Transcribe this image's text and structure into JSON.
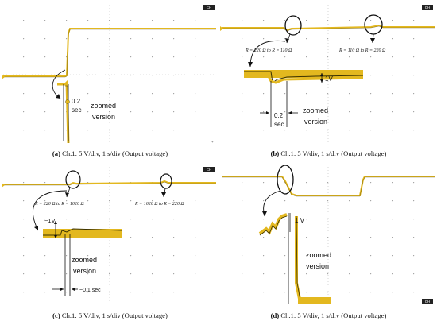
{
  "figure": {
    "panels": [
      {
        "id": "a",
        "caption_label": "(a)",
        "caption_text": "Ch.1: 5 V/div, 1 s/div (Output voltage)",
        "annotations": [
          "0.2",
          "sec",
          "zoomed",
          "version"
        ],
        "chip": "CH"
      },
      {
        "id": "b",
        "caption_label": "(b)",
        "caption_text": "Ch.1: 5 V/div, 1 s/div (Output voltage)",
        "annotations": [
          "R = 220 Ω to R = 110 Ω",
          "R = 110 Ω to R = 220 Ω",
          "1V",
          "0.2",
          "sec",
          "zoomed",
          "version"
        ],
        "chip": "CH"
      },
      {
        "id": "c",
        "caption_label": "(c)",
        "caption_text": "Ch.1: 5 V/div, 1 s/div (Output voltage)",
        "annotations": [
          "R = 220 Ω to R = 1020 Ω",
          "R = 1020 Ω to R = 220 Ω",
          "~1V",
          "zoomed",
          "version",
          "~0.1 sec"
        ],
        "chip": "CH"
      },
      {
        "id": "d",
        "caption_label": "(d)",
        "caption_text": "Ch.1: 5 V/div, 1 s/div (Output voltage)",
        "annotations": [
          "1 V",
          "zoomed",
          "version"
        ],
        "chip": "CH"
      }
    ],
    "colors": {
      "trace": "#e3b81f",
      "trace_dark": "#3c3300",
      "grid_dot": "#9a9a9a",
      "annotation": "#111111",
      "background": "#ffffff"
    }
  }
}
